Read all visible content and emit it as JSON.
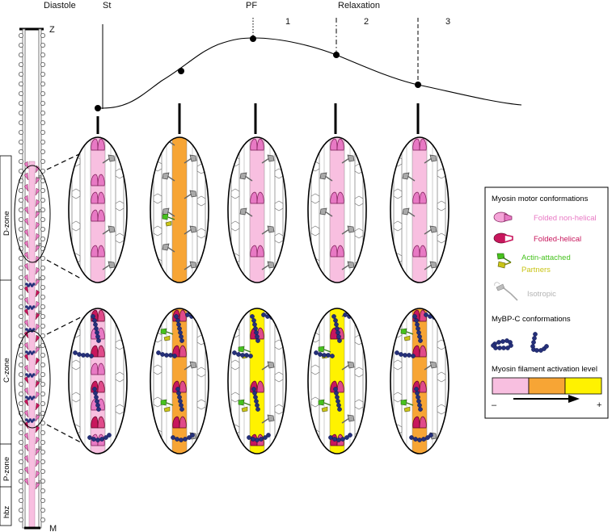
{
  "header": {
    "diastole": "Diastole",
    "st": "St",
    "pf": "PF",
    "relaxation": "Relaxation",
    "phase1": "1",
    "phase2": "2",
    "phase3": "3"
  },
  "sarcomere": {
    "z_label": "Z",
    "m_label": "M",
    "zones": [
      "D-zone",
      "C-zone",
      "P-zone",
      "hbz"
    ]
  },
  "legend": {
    "motor_title": "Myosin motor conformations",
    "folded_nonhelical": "Folded non-helical",
    "folded_helical": "Folded-helical",
    "actin_attached": "Actin-attached",
    "partners": "Partners",
    "isotropic": "Isotropic",
    "mybpc_title": "MyBP-C conformations",
    "activation_title": "Myosin filament activation level",
    "minus": "–",
    "plus": "+"
  },
  "colors": {
    "pink": "#f8bfe0",
    "orange": "#f7a535",
    "yellow": "#fff200",
    "folded_nonhelical": "#e879c4",
    "folded_helical": "#c8175d",
    "actin_green": "#46c21e",
    "partner_yellow": "#c9c417",
    "isotropic_grey": "#a9a9a9",
    "mybpc_navy": "#25307a"
  },
  "panels": {
    "top": [
      "pink",
      "orange",
      "pink",
      "pink",
      "pink"
    ],
    "bottom": [
      "pink",
      "orange",
      "yellow",
      "yellow",
      "orange"
    ]
  }
}
